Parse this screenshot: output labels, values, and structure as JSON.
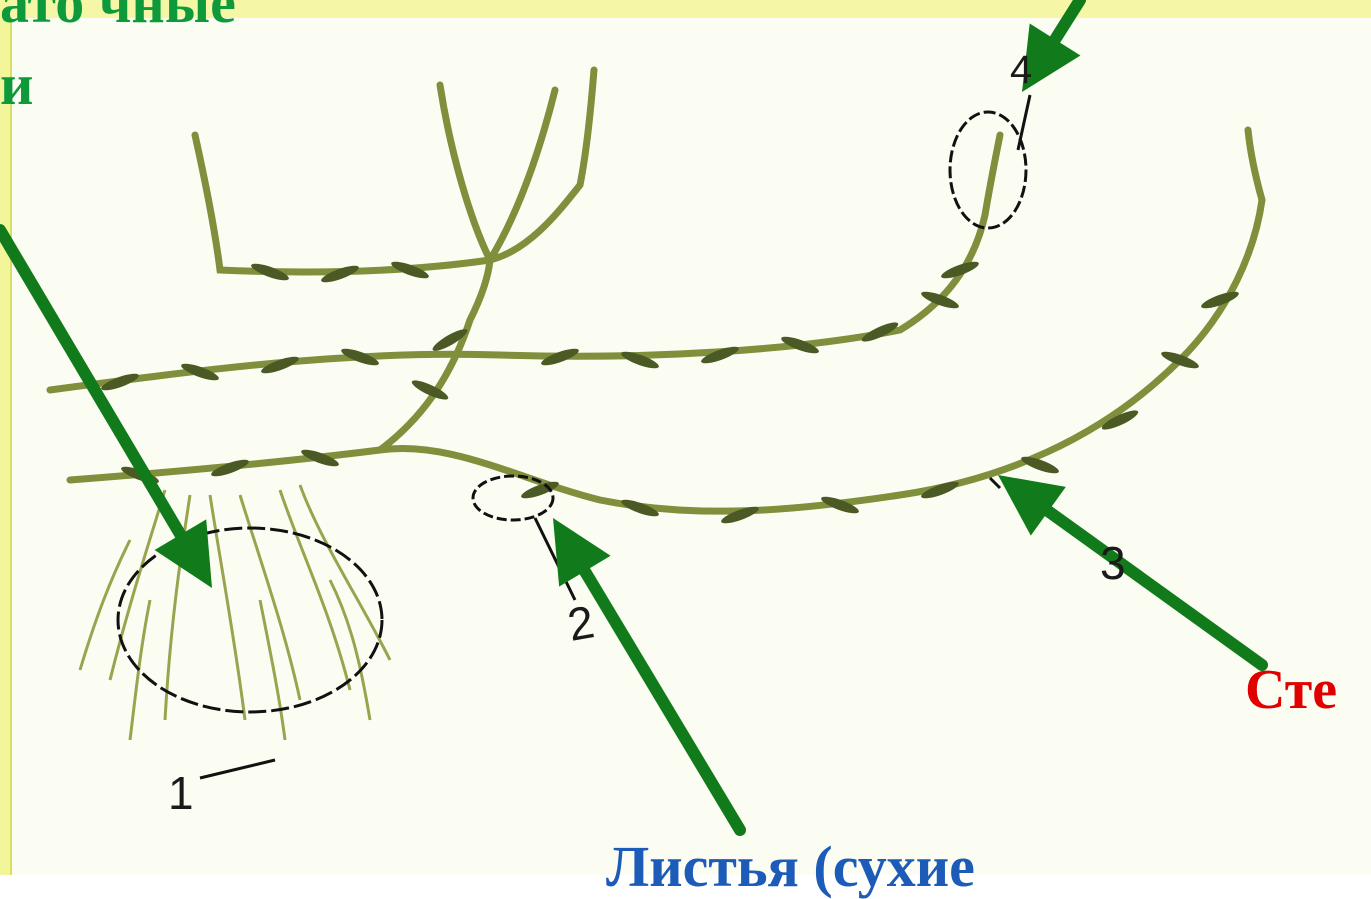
{
  "colors": {
    "label_green": "#0e9a3a",
    "label_red": "#e00000",
    "label_blue": "#1d5bb8",
    "arrow_green": "#117a1a",
    "plant_green": "#7f8f3b",
    "plant_dark": "#4b5a24",
    "root_color": "#9aa34e",
    "outline_black": "#111111"
  },
  "labels": {
    "top_left_line1": "ато чные",
    "top_left_line2": "и",
    "stem": "Сте",
    "leaves": "Листья (сухие"
  },
  "numbers": {
    "n1": "1",
    "n2": "2",
    "n3": "3",
    "n4": "4"
  }
}
